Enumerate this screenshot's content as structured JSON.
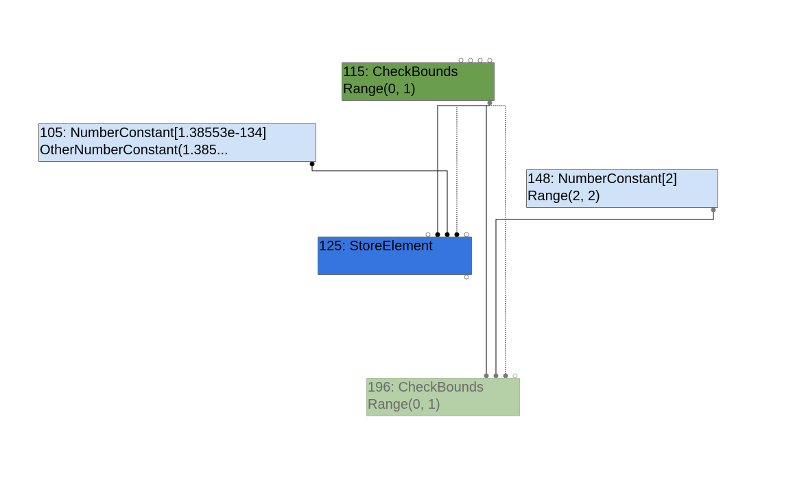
{
  "nodes": [
    {
      "id": "115",
      "line1": "115: CheckBounds",
      "line2": "Range(0, 1)",
      "fill": "#6a9e4d"
    },
    {
      "id": "105",
      "line1": "105: NumberConstant[1.38553e-134]",
      "line2": "OtherNumberConstant(1.385...",
      "fill": "#d0e2f7"
    },
    {
      "id": "148",
      "line1": "148: NumberConstant[2]",
      "line2": "Range(2, 2)",
      "fill": "#d0e2f7"
    },
    {
      "id": "125",
      "line1": "125: StoreElement",
      "line2": "",
      "fill": "#3575e0"
    },
    {
      "id": "196",
      "line1": "196: CheckBounds",
      "line2": "Range(0, 1)",
      "fill": "#b5cfa6",
      "faded": true
    }
  ],
  "edges": [
    {
      "from": "115",
      "to": "125",
      "style": "solid"
    },
    {
      "from": "105",
      "to": "125",
      "style": "solid"
    },
    {
      "from": "115",
      "to": "125",
      "style": "dotted"
    },
    {
      "from": "115",
      "to": "196",
      "style": "solid"
    },
    {
      "from": "148",
      "to": "196",
      "style": "solid"
    },
    {
      "from": "115",
      "to": "196",
      "style": "dotted"
    }
  ],
  "colors": {
    "edge": "#000000",
    "edge_faded": "#555555",
    "port_open_stroke": "#808080",
    "port_faded": "#7a7a7a"
  }
}
